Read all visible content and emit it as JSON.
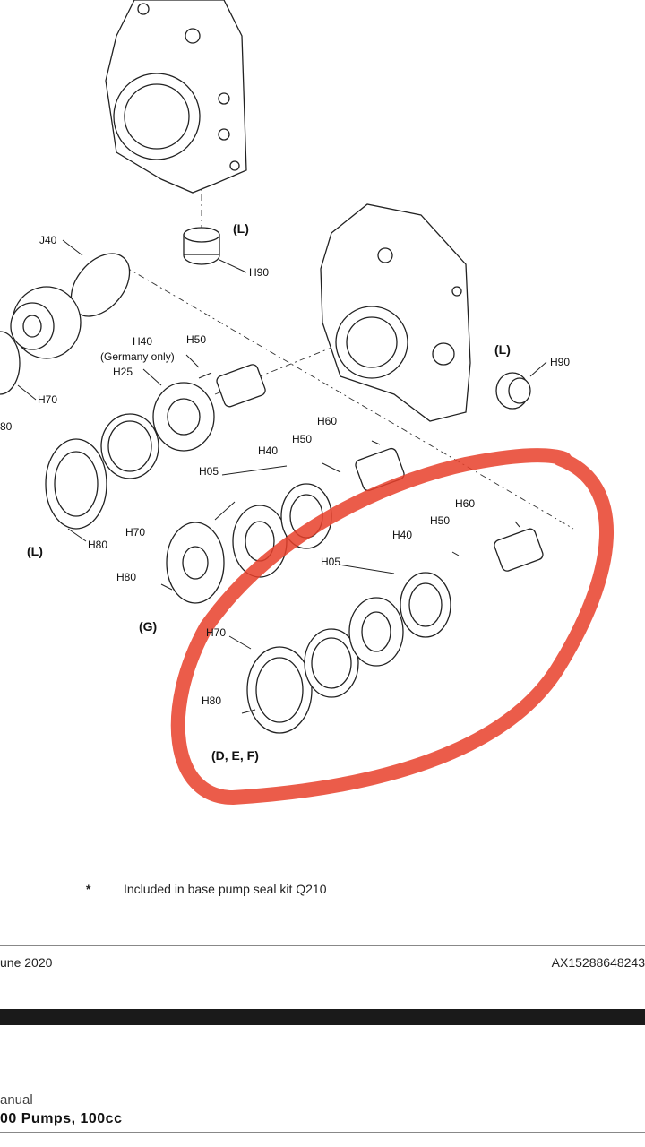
{
  "diagram": {
    "labels": {
      "l_top": "(L)",
      "h90_top": "H90",
      "j40": "J40",
      "h40_a": "H40",
      "germany": "(Germany only)",
      "h50_a": "H50",
      "h25": "H25",
      "h70_a": "H70",
      "num80": "80",
      "l_right": "(L)",
      "h90_right": "H90",
      "h60_a": "H60",
      "h50_b": "H50",
      "h40_b": "H40",
      "h05_a": "H05",
      "h70_b": "H70",
      "h80_a": "H80",
      "l_left": "(L)",
      "h80_b": "H80",
      "g": "(G)",
      "h60_b": "H60",
      "h50_c": "H50",
      "h40_c": "H40",
      "h05_b": "H05",
      "h70_c": "H70",
      "h80_c": "H80",
      "def": "(D, E, F)"
    },
    "highlight_color": "#e8402a"
  },
  "note": {
    "star": "*",
    "text": "Included in base pump seal kit Q210"
  },
  "footer": {
    "date": "une 2020",
    "doc_number": "AX15288648243"
  },
  "title_block": {
    "manual": "anual",
    "product": "00 Pumps, 100cc"
  }
}
